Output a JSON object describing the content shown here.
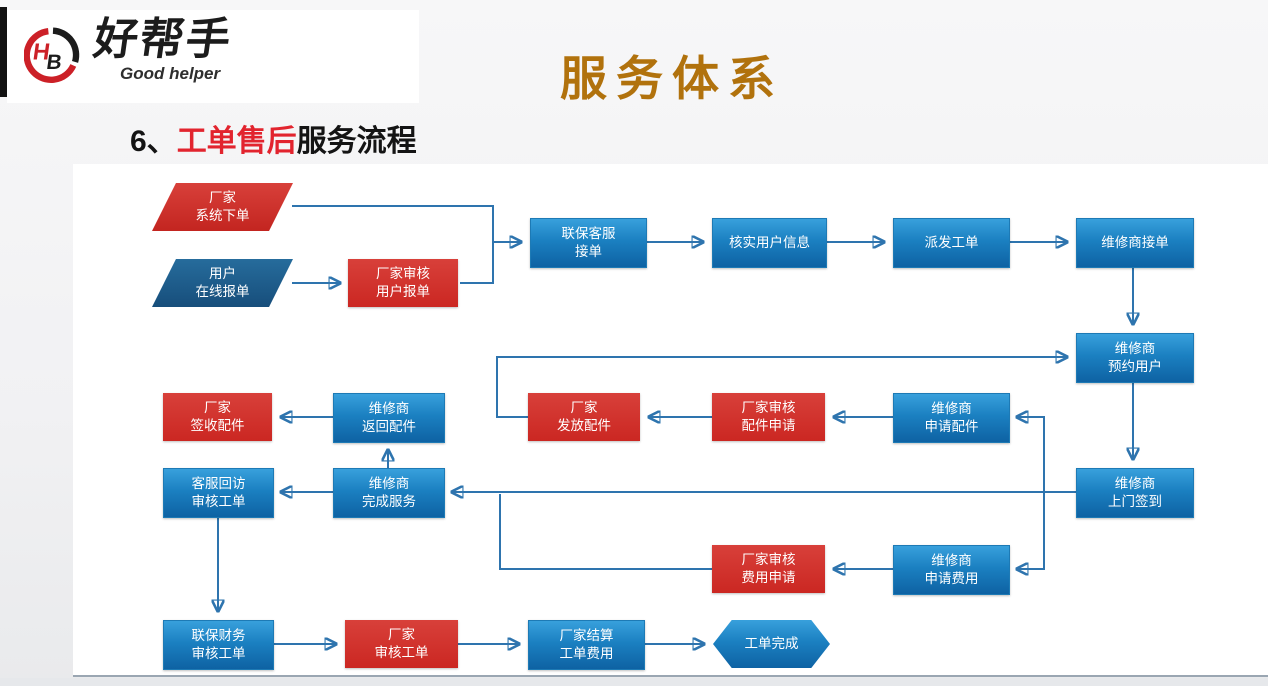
{
  "slide": {
    "logo": {
      "icon_letters": "HB",
      "brand": "好帮手",
      "tagline": "Good helper"
    },
    "title": "服务体系",
    "subtitle": {
      "prefix": "6、",
      "highlight": "工单售后",
      "rest": "服务流程"
    },
    "colors": {
      "title_gold": "#b1720d",
      "highlight_red": "#e2242e",
      "box_blue": "#1b80c1",
      "box_red": "#cd2b26",
      "parallelogram_blue": "#1e5d8c",
      "connector_blue": "#2e74ae",
      "brand_red": "#cc2027"
    }
  },
  "flowchart": {
    "nodes": [
      {
        "id": "factory-system-order",
        "shape": "parallelogram",
        "color": "red",
        "label": "厂家\n系统下单"
      },
      {
        "id": "user-online-report",
        "shape": "parallelogram",
        "color": "blue",
        "label": "用户\n在线报单"
      },
      {
        "id": "factory-verify-report",
        "shape": "rect",
        "color": "red",
        "label": "厂家审核\n用户报单"
      },
      {
        "id": "lianbao-cs-accept",
        "shape": "rect",
        "color": "blue",
        "label": "联保客服\n接单"
      },
      {
        "id": "verify-user-info",
        "shape": "rect",
        "color": "blue",
        "label": "核实用户信息"
      },
      {
        "id": "dispatch-order",
        "shape": "rect",
        "color": "blue",
        "label": "派发工单"
      },
      {
        "id": "repairer-accept",
        "shape": "rect",
        "color": "blue",
        "label": "维修商接单"
      },
      {
        "id": "repairer-appoint",
        "shape": "rect",
        "color": "blue",
        "label": "维修商\n预约用户"
      },
      {
        "id": "repairer-checkin",
        "shape": "rect",
        "color": "blue",
        "label": "维修商\n上门签到"
      },
      {
        "id": "factory-sign-parts",
        "shape": "rect",
        "color": "red",
        "label": "厂家\n签收配件"
      },
      {
        "id": "repairer-return-parts",
        "shape": "rect",
        "color": "blue",
        "label": "维修商\n返回配件"
      },
      {
        "id": "factory-issue-parts",
        "shape": "rect",
        "color": "red",
        "label": "厂家\n发放配件"
      },
      {
        "id": "factory-approve-parts",
        "shape": "rect",
        "color": "red",
        "label": "厂家审核\n配件申请"
      },
      {
        "id": "repairer-apply-parts",
        "shape": "rect",
        "color": "blue",
        "label": "维修商\n申请配件"
      },
      {
        "id": "cs-followup-review",
        "shape": "rect",
        "color": "blue",
        "label": "客服回访\n审核工单"
      },
      {
        "id": "repairer-finish",
        "shape": "rect",
        "color": "blue",
        "label": "维修商\n完成服务"
      },
      {
        "id": "factory-approve-fee",
        "shape": "rect",
        "color": "red",
        "label": "厂家审核\n费用申请"
      },
      {
        "id": "repairer-apply-fee",
        "shape": "rect",
        "color": "blue",
        "label": "维修商\n申请费用"
      },
      {
        "id": "lianbao-finance-review",
        "shape": "rect",
        "color": "blue",
        "label": "联保财务\n审核工单"
      },
      {
        "id": "factory-review-order",
        "shape": "rect",
        "color": "red",
        "label": "厂家\n审核工单"
      },
      {
        "id": "factory-settle-fee",
        "shape": "rect",
        "color": "blue",
        "label": "厂家结算\n工单费用"
      },
      {
        "id": "order-complete",
        "shape": "hexagon",
        "color": "blue",
        "label": "工单完成"
      }
    ],
    "edges": [
      {
        "from": "factory-system-order",
        "to": "lianbao-cs-accept"
      },
      {
        "from": "user-online-report",
        "to": "factory-verify-report"
      },
      {
        "from": "factory-verify-report",
        "to": "lianbao-cs-accept"
      },
      {
        "from": "lianbao-cs-accept",
        "to": "verify-user-info"
      },
      {
        "from": "verify-user-info",
        "to": "dispatch-order"
      },
      {
        "from": "dispatch-order",
        "to": "repairer-accept"
      },
      {
        "from": "repairer-accept",
        "to": "repairer-appoint"
      },
      {
        "from": "repairer-appoint",
        "to": "repairer-checkin"
      },
      {
        "from": "repairer-checkin",
        "to": "repairer-apply-parts"
      },
      {
        "from": "repairer-apply-parts",
        "to": "factory-approve-parts"
      },
      {
        "from": "factory-approve-parts",
        "to": "factory-issue-parts"
      },
      {
        "from": "factory-issue-parts",
        "to": "repairer-appoint"
      },
      {
        "from": "repairer-checkin",
        "to": "repairer-apply-fee"
      },
      {
        "from": "repairer-apply-fee",
        "to": "factory-approve-fee"
      },
      {
        "from": "factory-approve-fee",
        "to": "repairer-finish"
      },
      {
        "from": "repairer-checkin",
        "to": "repairer-finish"
      },
      {
        "from": "repairer-finish",
        "to": "repairer-return-parts"
      },
      {
        "from": "repairer-return-parts",
        "to": "factory-sign-parts"
      },
      {
        "from": "repairer-finish",
        "to": "cs-followup-review"
      },
      {
        "from": "cs-followup-review",
        "to": "lianbao-finance-review"
      },
      {
        "from": "lianbao-finance-review",
        "to": "factory-review-order"
      },
      {
        "from": "factory-review-order",
        "to": "factory-settle-fee"
      },
      {
        "from": "factory-settle-fee",
        "to": "order-complete"
      }
    ]
  }
}
